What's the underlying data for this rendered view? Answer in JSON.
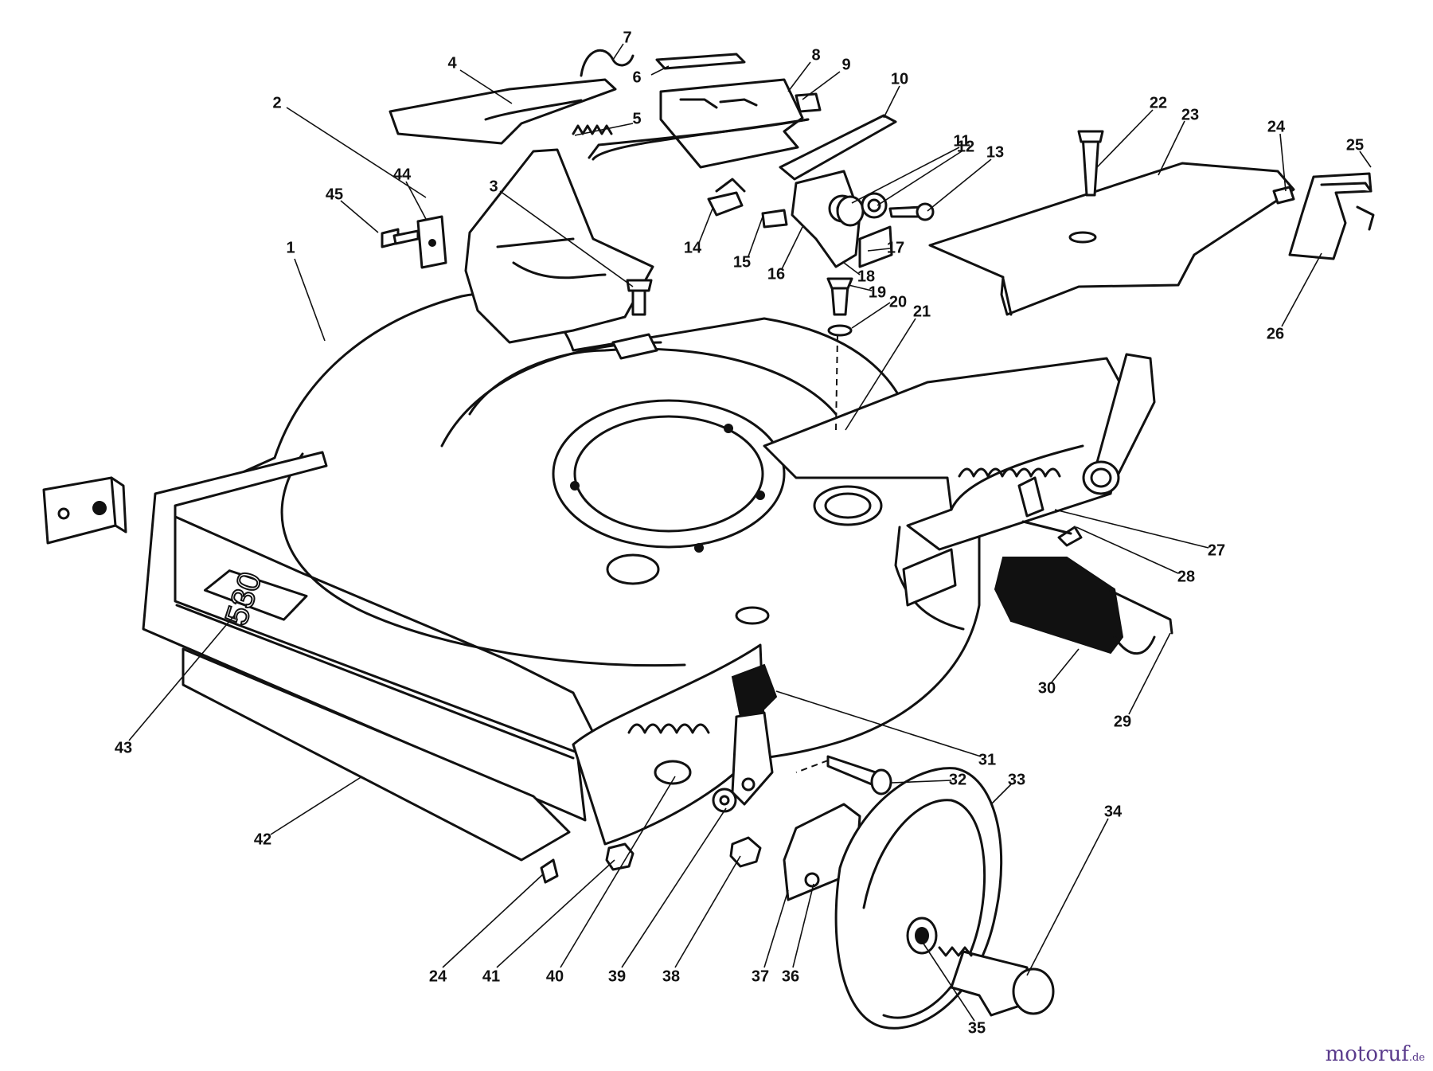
{
  "deck_model_number": "530",
  "watermark": {
    "brand": "motoruf",
    "tld": ".de"
  },
  "callouts": [
    {
      "label": "1"
    },
    {
      "label": "2"
    },
    {
      "label": "3"
    },
    {
      "label": "4"
    },
    {
      "label": "5"
    },
    {
      "label": "6"
    },
    {
      "label": "7"
    },
    {
      "label": "8"
    },
    {
      "label": "9"
    },
    {
      "label": "10"
    },
    {
      "label": "11"
    },
    {
      "label": "12"
    },
    {
      "label": "13"
    },
    {
      "label": "14"
    },
    {
      "label": "15"
    },
    {
      "label": "16"
    },
    {
      "label": "17"
    },
    {
      "label": "18"
    },
    {
      "label": "19"
    },
    {
      "label": "20"
    },
    {
      "label": "21"
    },
    {
      "label": "22"
    },
    {
      "label": "23"
    },
    {
      "label": "24"
    },
    {
      "label": "25"
    },
    {
      "label": "26"
    },
    {
      "label": "27"
    },
    {
      "label": "28"
    },
    {
      "label": "29"
    },
    {
      "label": "30"
    },
    {
      "label": "31"
    },
    {
      "label": "32"
    },
    {
      "label": "33"
    },
    {
      "label": "34"
    },
    {
      "label": "35"
    },
    {
      "label": "36"
    },
    {
      "label": "37"
    },
    {
      "label": "38"
    },
    {
      "label": "39"
    },
    {
      "label": "40"
    },
    {
      "label": "41"
    },
    {
      "label": "24"
    },
    {
      "label": "42"
    },
    {
      "label": "43"
    },
    {
      "label": "44"
    },
    {
      "label": "45"
    }
  ]
}
